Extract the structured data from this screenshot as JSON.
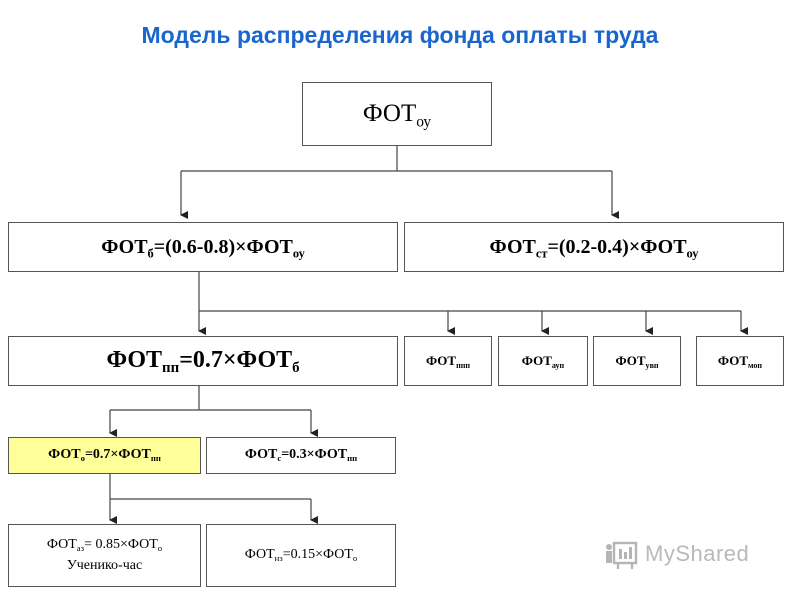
{
  "title": "Модель распределения фонда оплаты труда",
  "nodes": {
    "root": {
      "base": "ФОТ",
      "sub": "оу"
    },
    "fot_b": {
      "base": "ФОТ",
      "sub": "б",
      "formula": "=(0.6-0.8)×ФОТ",
      "sub2": "оу"
    },
    "fot_st": {
      "base": "ФОТ",
      "sub": "ст",
      "formula": "=(0.2-0.4)×ФОТ",
      "sub2": "оу"
    },
    "fot_pp": {
      "base": "ФОТ",
      "sub": "пп",
      "formula": "=0.7×ФОТ",
      "sub2": "б"
    },
    "fot_ppp": {
      "base": "ФОТ",
      "sub": "ппп"
    },
    "fot_aup": {
      "base": "ФОТ",
      "sub": "ауп"
    },
    "fot_uvp": {
      "base": "ФОТ",
      "sub": "увп"
    },
    "fot_mop": {
      "base": "ФОТ",
      "sub": "моп"
    },
    "fot_o": {
      "base": "ФОТ",
      "sub": "о",
      "formula": "=0.7×ФОТ",
      "sub2": "пп"
    },
    "fot_s": {
      "base": "ФОТ",
      "sub": "с",
      "formula": "=0.3×ФОТ",
      "sub2": "пп"
    },
    "fot_az": {
      "base": "ФОТ",
      "sub": "аз",
      "formula": "= 0.85×ФОТ",
      "sub2": "о",
      "note": "Ученико-час"
    },
    "fot_nz": {
      "base": "ФОТ",
      "sub": "нз",
      "formula": "=0.15×ФОТ",
      "sub2": "о"
    }
  },
  "logo": {
    "text": "MyShared",
    "icon": "presentation-board-icon"
  }
}
